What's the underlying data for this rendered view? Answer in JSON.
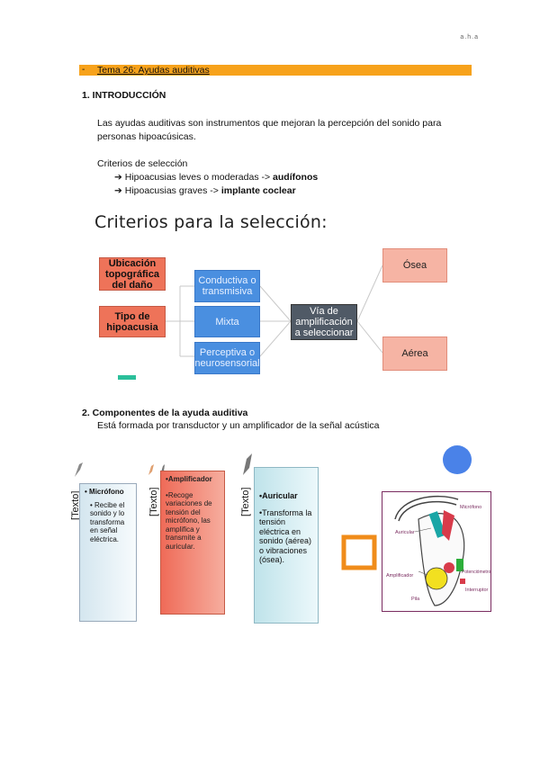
{
  "header": {
    "initials": "a.h.a"
  },
  "topic": {
    "dash": "-",
    "title": "Tema 26: Ayudas auditivas"
  },
  "section1": {
    "heading": "1.   INTRODUCCIÓN",
    "intro_line1": "Las ayudas auditivas son instrumentos que mejoran la percepción del sonido para",
    "intro_line2": "personas hipoacúsicas.",
    "criteria_label": "Criterios de selección",
    "bullet1_text": "Hipoacusias leves o moderadas -> ",
    "bullet1_bold": "audífonos",
    "bullet2_text": "Hipoacusias graves -> ",
    "bullet2_bold": "implante coclear",
    "bullet_symbol": "➔"
  },
  "diagram": {
    "title": "Criterios para la selección:",
    "box_ubicacion": "Ubicación topográfica del daño",
    "box_tipo": "Tipo de hipoacusia",
    "box_conductiva": "Conductiva o transmisiva",
    "box_mixta": "Mixta",
    "box_perceptiva": "Perceptiva o neurosensorial",
    "box_via": "Vía de amplificación a seleccionar",
    "box_osea": "Ósea",
    "box_aerea": "Aérea",
    "colors": {
      "red": "#ee7359",
      "blue": "#4a8fe0",
      "dark": "#505a66",
      "pink": "#f6b4a4",
      "accent": "#f7a21b"
    }
  },
  "section2": {
    "heading": "2.   Componentes de la ayuda auditiva",
    "subtitle": "Está formada por transductor y un amplificador de la señal acústica"
  },
  "cards": {
    "placeholder_label": "[Texto]",
    "microfono": {
      "title": "Micrófono",
      "desc": "Recibe el sonido y lo transforma en señal eléctrica."
    },
    "amplificador": {
      "title": "Amplificador",
      "desc": "Recoge variaciones de tensión del micrófono, las amplifica y transmite a auricular."
    },
    "auricular": {
      "title": "Auricular",
      "desc": "Transforma la tensión eléctrica en sonido (aérea) o vibraciones (ósea)."
    }
  },
  "figure": {
    "label_microfono": "Micrófono",
    "label_auricular": "Auricular",
    "label_potenciometro": "Potenciómetro",
    "label_amplificador": "Amplificador",
    "label_interruptor": "Interruptor",
    "label_pila": "Pila"
  }
}
